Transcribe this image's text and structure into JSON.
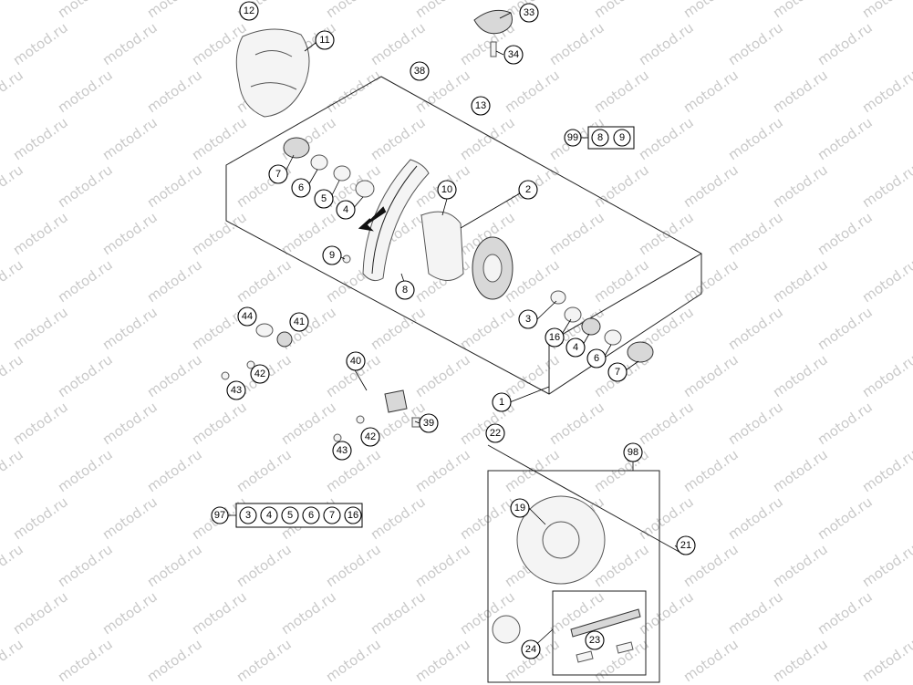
{
  "watermark": "motod.ru",
  "callouts": [
    "12",
    "11",
    "33",
    "34",
    "38",
    "13",
    "99",
    "8",
    "9",
    "7",
    "6",
    "5",
    "4",
    "10",
    "2",
    "9",
    "8",
    "44",
    "41",
    "3",
    "16",
    "4",
    "6",
    "7",
    "42",
    "43",
    "40",
    "1",
    "39",
    "42",
    "43",
    "22",
    "98",
    "19",
    "21",
    "97",
    "3",
    "4",
    "5",
    "6",
    "7",
    "16",
    "24",
    "23"
  ],
  "kit_99": {
    "label": "99",
    "items": [
      "8",
      "9"
    ]
  },
  "kit_97": {
    "label": "97",
    "items": [
      "3",
      "4",
      "5",
      "6",
      "7",
      "16"
    ]
  }
}
